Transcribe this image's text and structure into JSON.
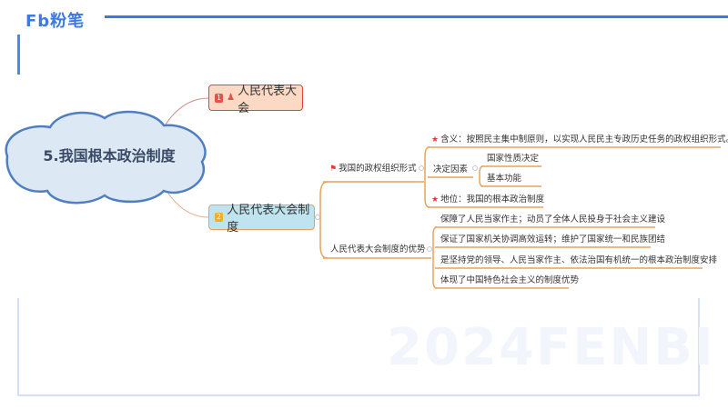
{
  "brand": {
    "logo_text": "Fb粉笔",
    "accent": "#3d78e6"
  },
  "watermark": "2024FENBI",
  "root": {
    "label": "5.我国根本政治制度"
  },
  "nodes": [
    {
      "badge": "1",
      "label": "人民代表大会",
      "icon": "person-icon",
      "bg": "#fcd9c4",
      "border": "#e04545"
    },
    {
      "badge": "2",
      "label": "人民代表大会制度",
      "bg": "#bfe3ef",
      "border": "#e8a060"
    }
  ],
  "form": {
    "label": "我国的政权组织形式",
    "icon": "flag-icon",
    "meaning": "含义：按照民主集中制原则，以实现人民民主专政历史任务的政权组织形式。",
    "factors": {
      "label": "决定因素",
      "items": [
        "国家性质决定",
        "基本功能"
      ]
    },
    "status": "地位：我国的根本政治制度"
  },
  "advantages": {
    "label": "人民代表大会制度的优势",
    "items": [
      "保障了人民当家作主；动员了全体人民投身于社会主义建设",
      "保证了国家机关协调高效运转；维护了国家统一和民族团结",
      "是坚持党的领导、人民当家作主、依法治国有机统一的根本政治制度安排",
      "体现了中国特色社会主义的制度优势"
    ]
  }
}
